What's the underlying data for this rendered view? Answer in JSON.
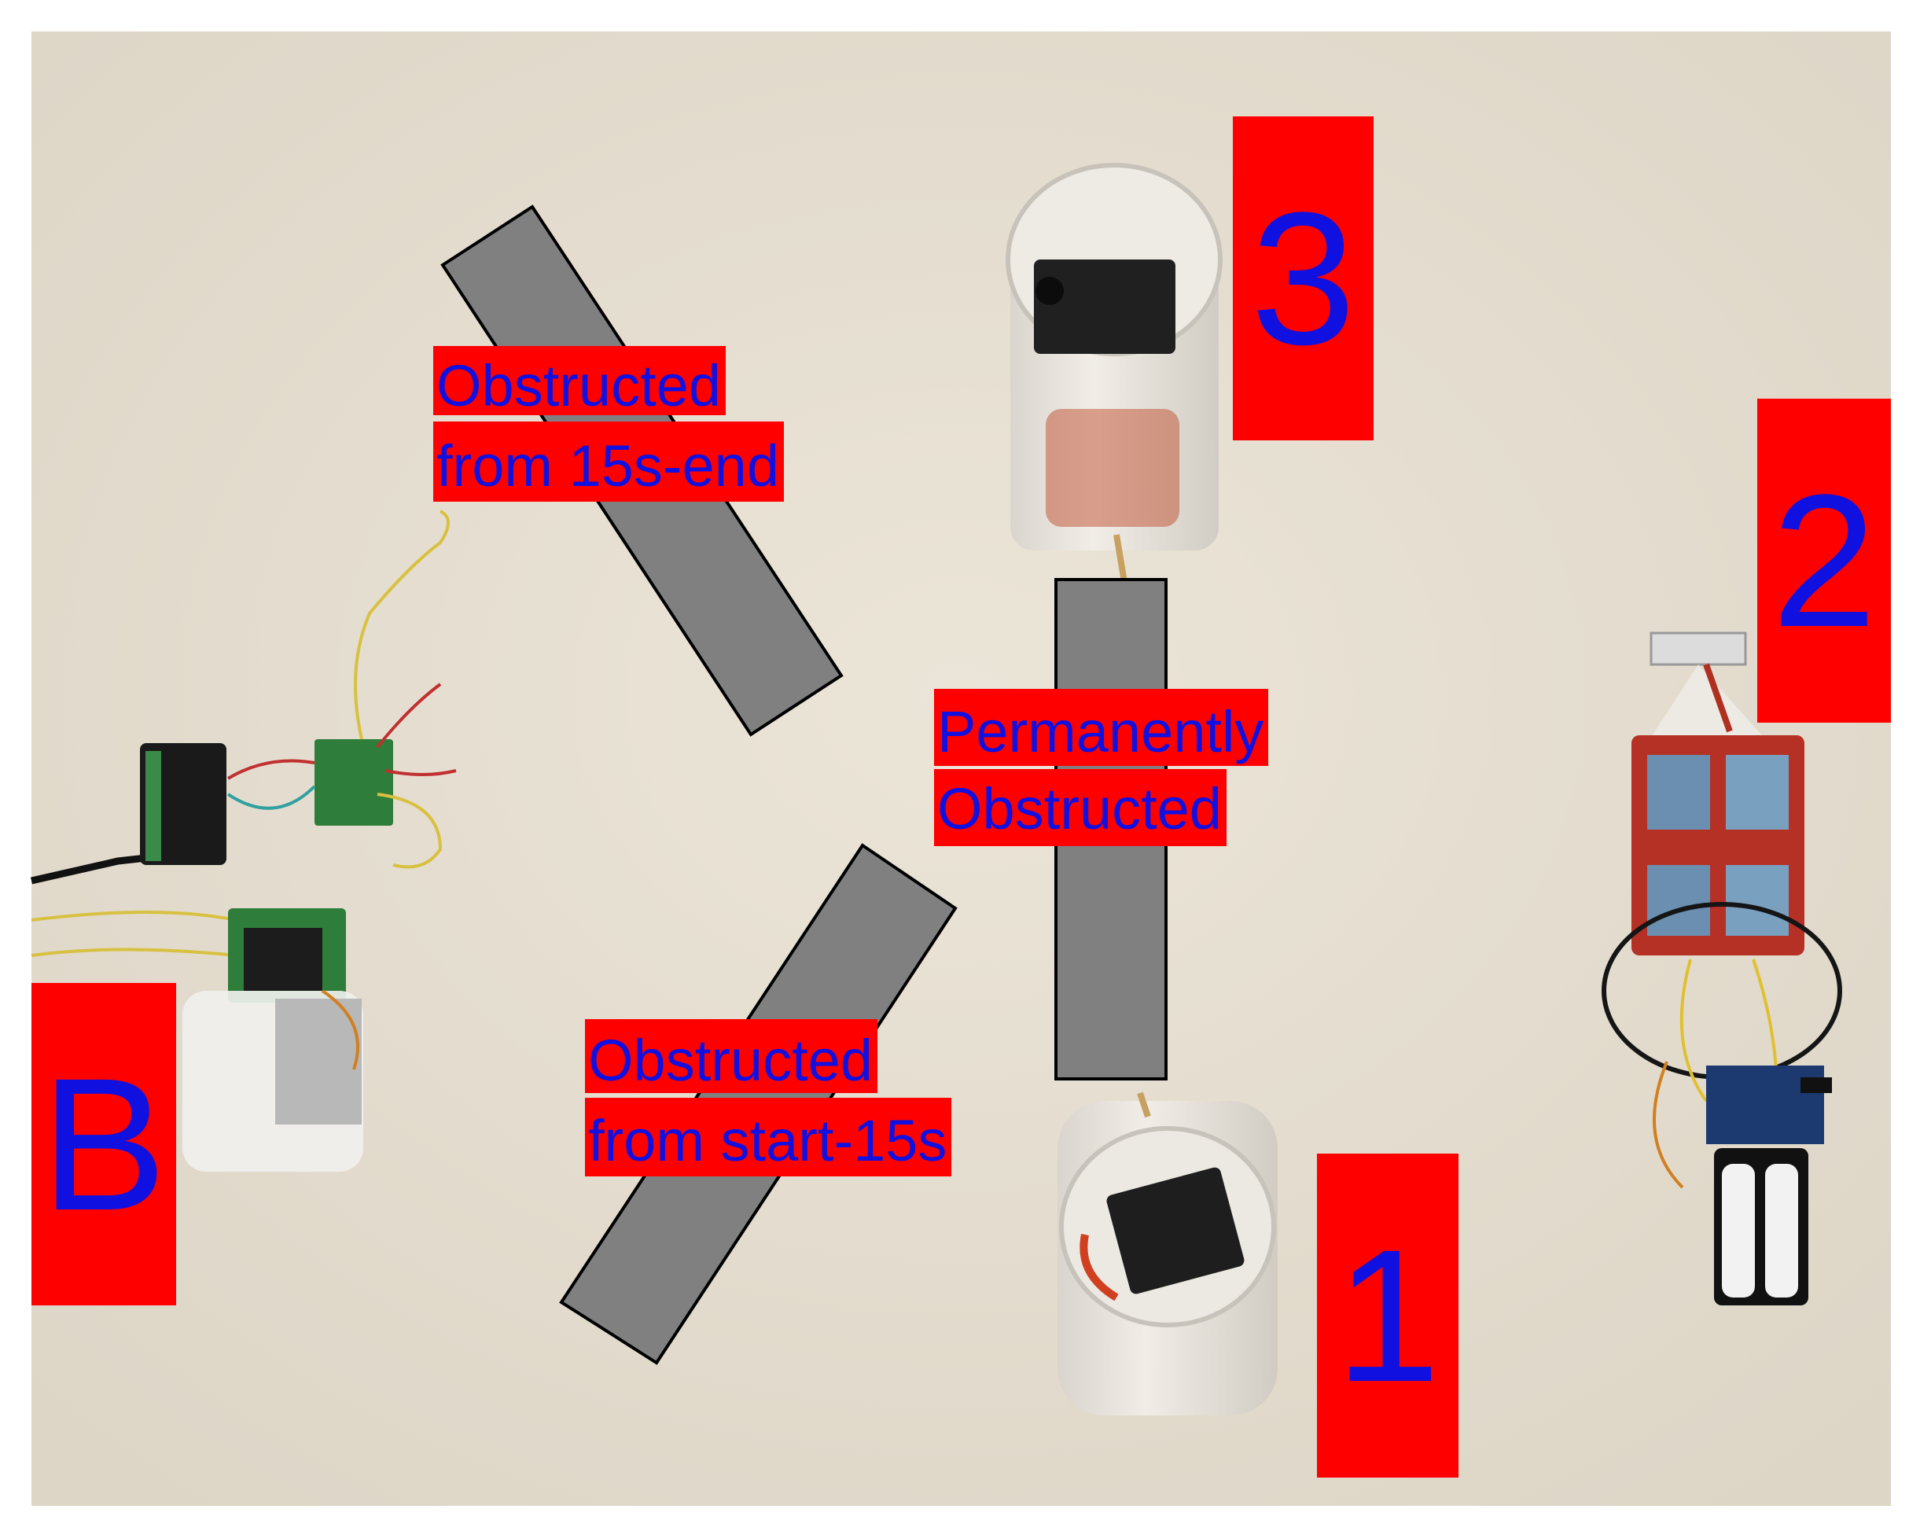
{
  "photo": {
    "description_colors": {
      "table": "#e7e0d3",
      "label_bg": "#ff0000",
      "label_text": "#1010e0",
      "obstacle_fill": "#808080",
      "obstacle_stroke": "#000000"
    }
  },
  "markers": {
    "node_1": "1",
    "node_2": "2",
    "node_3": "3",
    "base": "B"
  },
  "obstacles": {
    "top_left": {
      "line1": "Obstructed",
      "line2": "from 15s-end"
    },
    "center": {
      "line1": "Permanently",
      "line2": "Obstructed"
    },
    "bottom": {
      "line1": "Obstructed",
      "line2": "from start-15s"
    }
  }
}
